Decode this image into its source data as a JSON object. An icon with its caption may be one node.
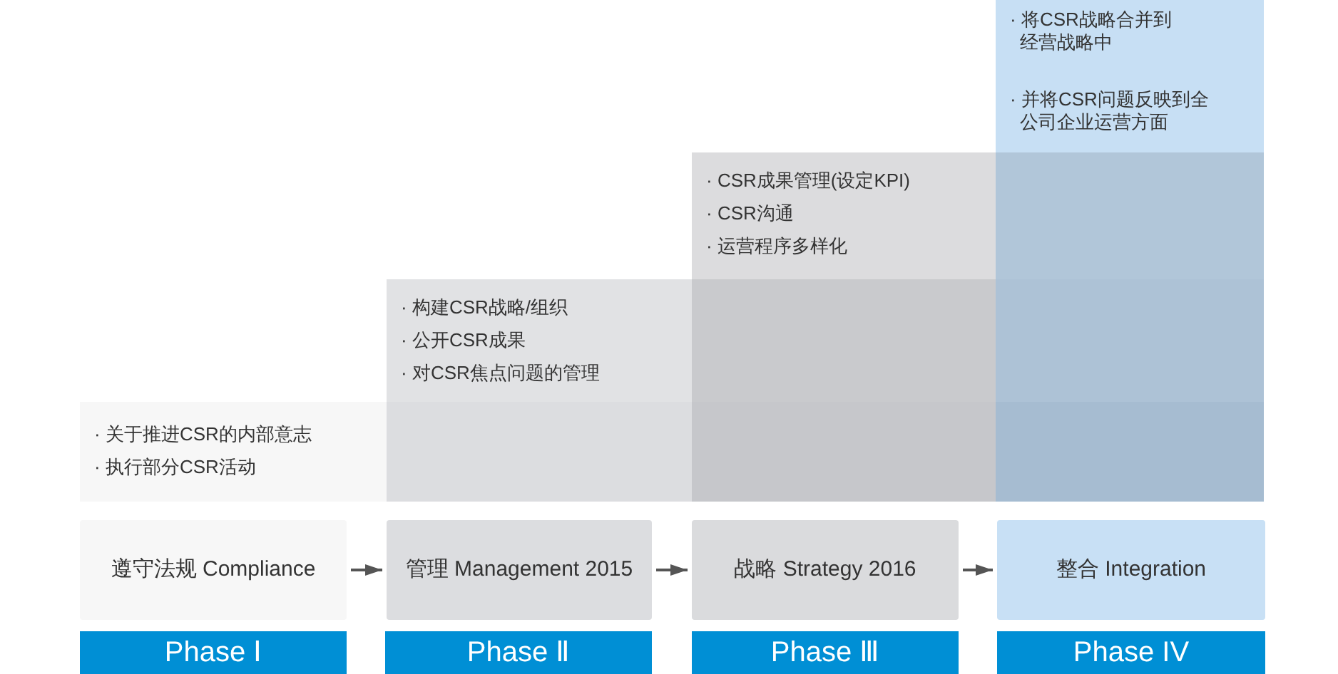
{
  "diagram": {
    "nodes": [
      {
        "text": [
          "· 关于推进CSR的内部意志",
          "· 执行部分CSR活动"
        ]
      },
      {
        "text": [
          "· 构建CSR战略/组织",
          "· 公开CSR成果",
          "· 对CSR焦点问题的管理"
        ]
      },
      {
        "text": [
          "· CSR成果管理(设定KPI)",
          "· CSR沟通",
          "· 运营程序多样化"
        ]
      },
      {
        "text": [
          "· 将CSR战略合并到经营战略中",
          "· 并将CSR问题反映到全公司企业运营方面"
        ]
      },
      {
        "text": [
          "遵守法规 Compliance"
        ]
      },
      {
        "text": [
          "管理 Management 2015"
        ]
      },
      {
        "text": [
          "战略 Strategy 2016"
        ]
      },
      {
        "text": [
          "整合 Integration"
        ]
      },
      {
        "text": [
          "Phase Ⅰ"
        ]
      },
      {
        "text": [
          "Phase Ⅱ"
        ]
      },
      {
        "text": [
          "Phase Ⅲ"
        ]
      },
      {
        "text": [
          "Phase IV"
        ]
      }
    ],
    "edges": [
      {
        "from": 4,
        "to": 5,
        "arrow": "to"
      },
      {
        "from": 5,
        "to": 6,
        "arrow": "to"
      },
      {
        "from": 6,
        "to": 7,
        "arrow": "to"
      }
    ]
  }
}
